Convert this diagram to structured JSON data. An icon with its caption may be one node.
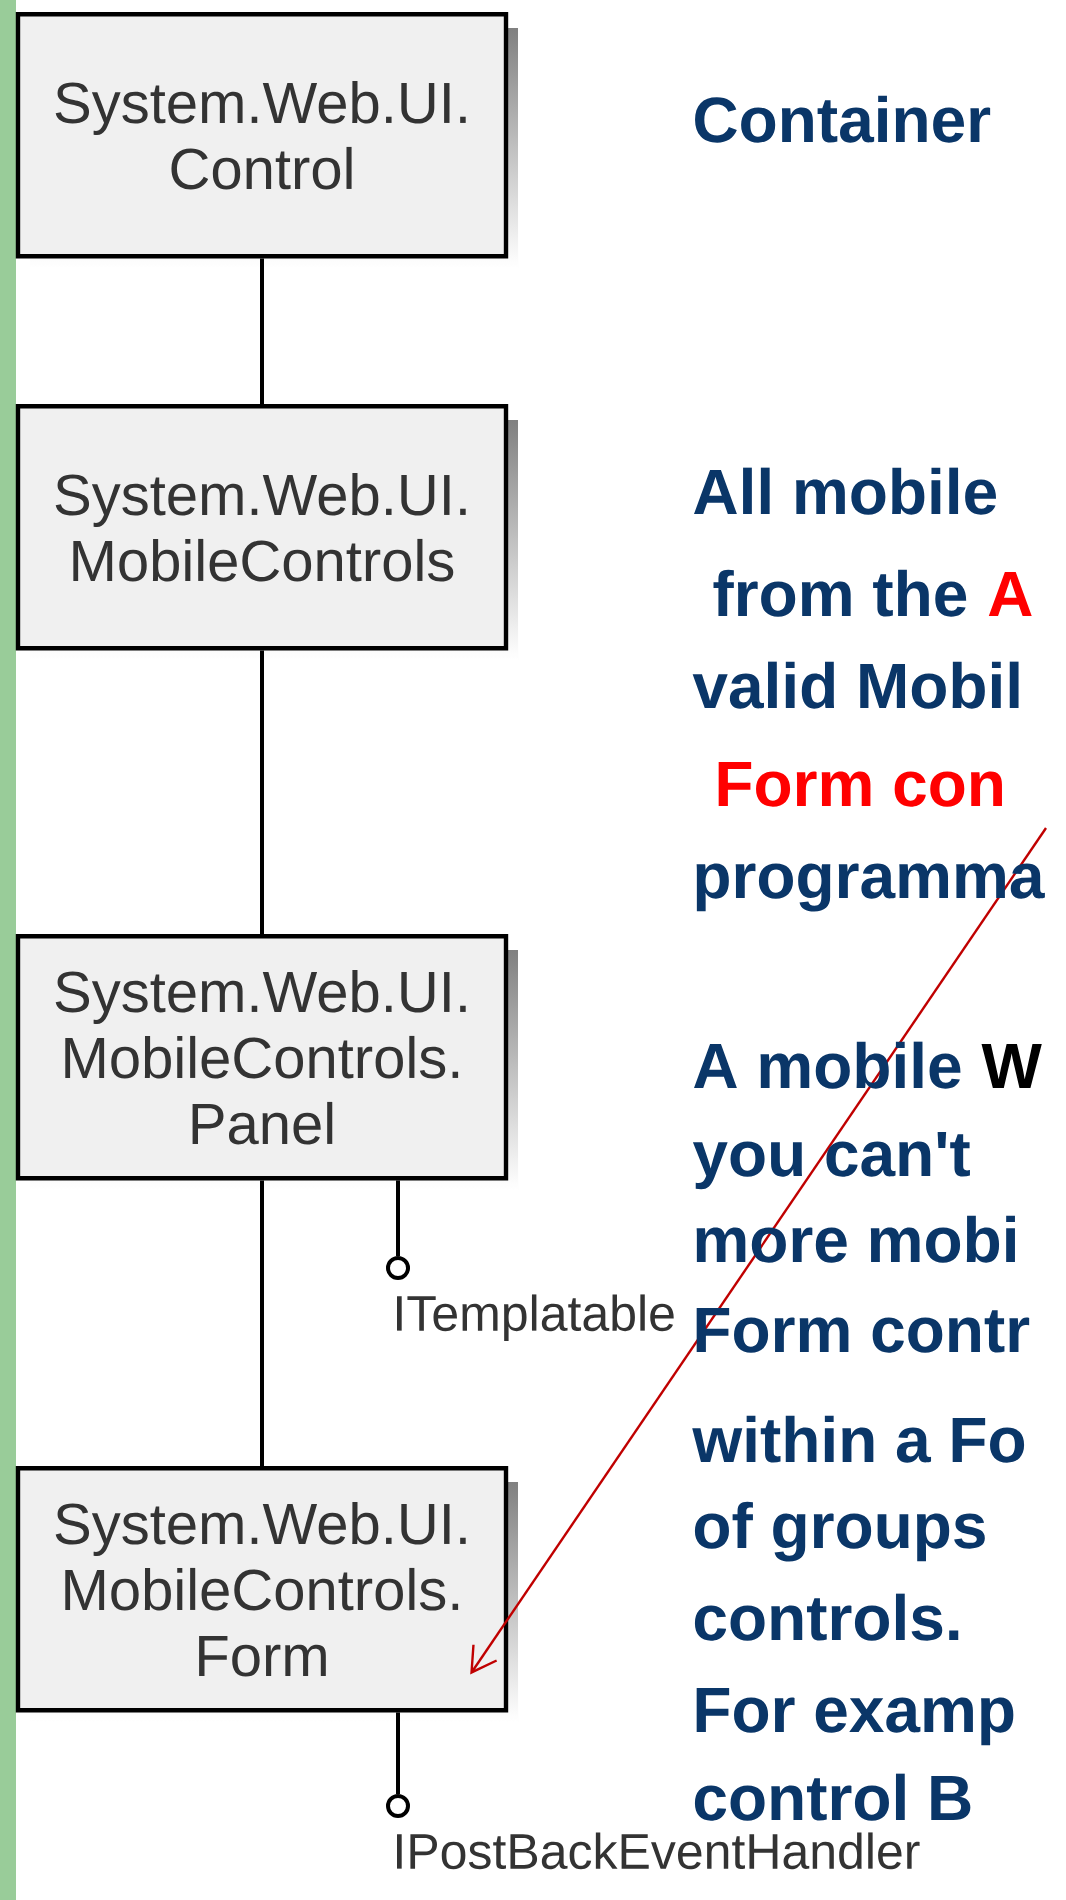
{
  "diagram": {
    "nodes": [
      {
        "text": [
          "System.Web.UI. Control"
        ]
      },
      {
        "text": [
          "System.Web.UI. MobileControls"
        ]
      },
      {
        "text": [
          "System.Web.UI. MobileControls. Panel"
        ]
      },
      {
        "text": [
          "System.Web.UI. MobileControls. Form"
        ]
      },
      {
        "text": [],
        "shape": "circle",
        "beside": [
          "ITemplatable"
        ]
      },
      {
        "text": [],
        "shape": "circle",
        "beside": [
          "IPostBackEventHandler"
        ]
      }
    ],
    "edges": [
      {
        "from": 0,
        "to": 1,
        "arrow": "none"
      },
      {
        "from": 1,
        "to": 2,
        "arrow": "none"
      },
      {
        "from": 2,
        "to": 3,
        "arrow": "none"
      },
      {
        "from": 2,
        "to": 4,
        "arrow": "none"
      },
      {
        "from": 3,
        "to": 5,
        "arrow": "none"
      },
      {
        "from": null,
        "to": 3,
        "arrow": "to",
        "color": "#c00000"
      }
    ],
    "labels": [
      "Container",
      "All mobile",
      "from the",
      "A",
      "valid Mobil",
      "Form con",
      "programma",
      "A mobile",
      "W",
      "you can't",
      "more mobi",
      "Form contr",
      "within a Fo",
      "of groups",
      "controls.",
      "For examp",
      "control B"
    ]
  }
}
